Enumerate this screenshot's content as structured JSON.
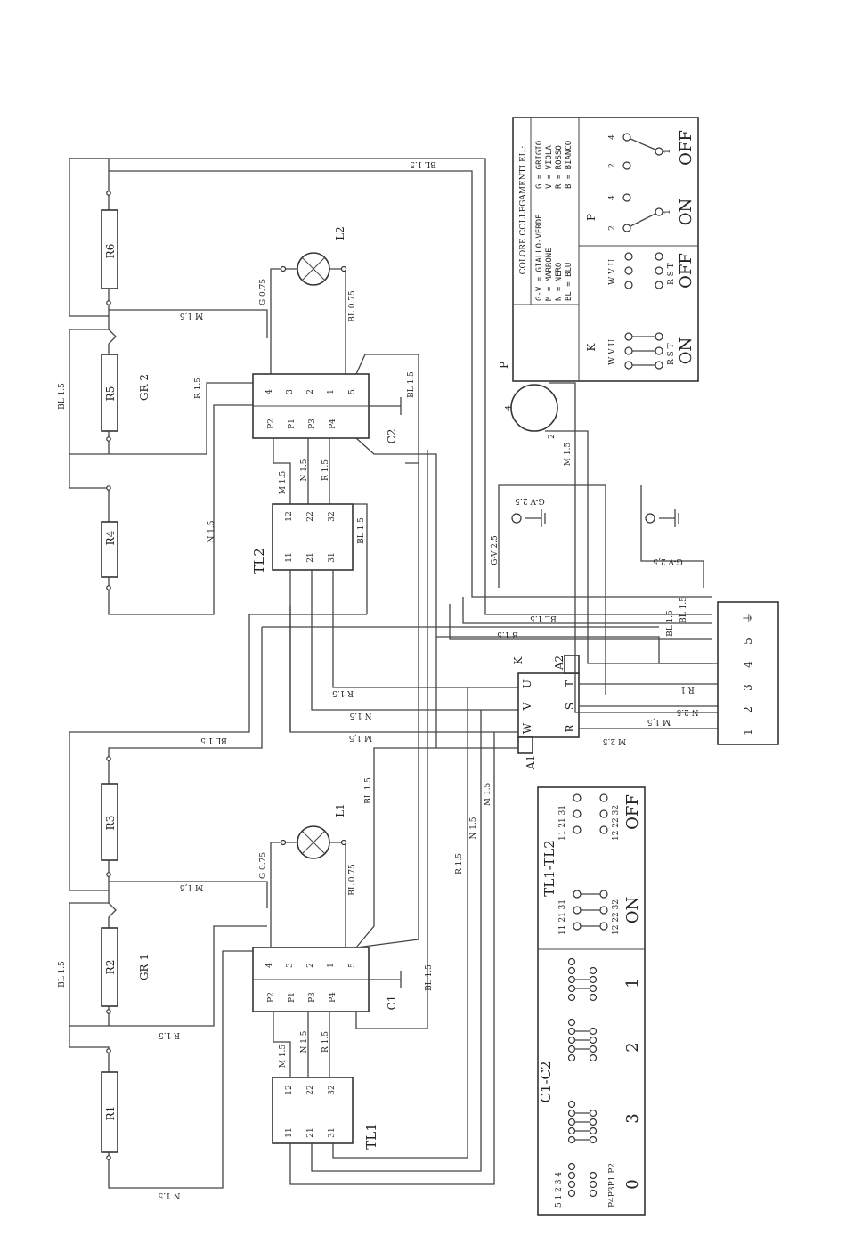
{
  "resistors": [
    "R1",
    "R2",
    "R3",
    "R4",
    "R5",
    "R6"
  ],
  "groups": [
    "GR 1",
    "GR 2"
  ],
  "lamps": [
    "L1",
    "L2"
  ],
  "commutators": [
    "C1",
    "C2"
  ],
  "thermostats": [
    "TL1",
    "TL2"
  ],
  "switch_k": "K",
  "pilot_p": "P",
  "terminals": {
    "a1": "A1",
    "a2": "A2"
  },
  "comm_terminals": [
    "4",
    "3",
    "2",
    "1",
    "5"
  ],
  "comm_p_terminals": [
    "P2",
    "P1",
    "P3",
    "P4"
  ],
  "tl_terminals": [
    "11",
    "12",
    "21",
    "22",
    "31",
    "32"
  ],
  "k_terminals": [
    "U",
    "V",
    "W",
    "T",
    "S",
    "R"
  ],
  "p_terminals": [
    "4",
    "1",
    "2"
  ],
  "block_terminals": [
    "1",
    "2",
    "3",
    "4",
    "5"
  ],
  "wires": {
    "n15": "N 1.5",
    "m15": "M 1.5",
    "r15": "R 1.5",
    "bl15": "BL 1.5",
    "g075": "G 0.75",
    "bl075": "BL 0.75",
    "m15dot": "M 1,5",
    "r15dot": "R 1.5",
    "bl15dot": "BL 1.5",
    "n15dot": "N 1.5",
    "b15": "B 1.5",
    "gv25": "G-V 2.5",
    "gv25b": "G-V 2,5",
    "r1": "R 1",
    "n25": "N 2.5",
    "m25": "M 2.5"
  },
  "legend": {
    "title": "COLORE COLLEGAMENTI EL.:",
    "rows_left": [
      "G-V = GIALLO-VERDE",
      "M  = MARRONE",
      "N  = NERO",
      "BL = BLU"
    ],
    "rows_right": [
      "G  = GRIGIO",
      "V  = VIOLA",
      "R  = ROSSO",
      "B  = BIANCO"
    ]
  },
  "k_table": {
    "title": "K",
    "on": "ON",
    "off": "OFF",
    "top": "W V U",
    "bottom": "R S T"
  },
  "p_table": {
    "title": "P",
    "on": "ON",
    "off": "OFF",
    "pins": [
      "2",
      "4",
      "1"
    ]
  },
  "c_table": {
    "title": "C1-C2",
    "positions": [
      "0",
      "3",
      "2",
      "1"
    ],
    "top_pins": "5 1 2 3 4",
    "bottom_pins": "P4P3P1 P2"
  },
  "tl_table": {
    "title": "TL1-TL2",
    "on": "ON",
    "off": "OFF",
    "row1": "11 21 31",
    "row2": "12 22 32"
  }
}
